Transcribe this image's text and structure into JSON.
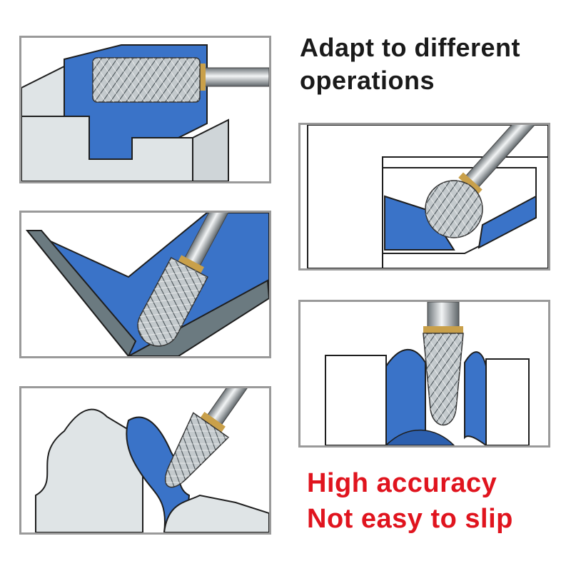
{
  "headline": {
    "line1": "Adapt to different",
    "line2": "operations"
  },
  "features": {
    "line1": "High accuracy",
    "line2": "Not easy to slip"
  },
  "colors": {
    "workpiece_blue": "#3a73c8",
    "workpiece_outline": "#1e1e1e",
    "metal_gray": "#dfe4e6",
    "accent_red": "#e0141e",
    "headline_dark": "#1a1a1a",
    "panel_border": "#9a9a9a",
    "brass_ring": "#c9a04a"
  },
  "panels": [
    {
      "id": "p1",
      "illustration": "cylinder-burr-slot"
    },
    {
      "id": "p2",
      "illustration": "cylinder-radius-burr-angle"
    },
    {
      "id": "p3",
      "illustration": "tree-burr-contour"
    },
    {
      "id": "p4",
      "illustration": "ball-burr-inner-frame"
    },
    {
      "id": "p5",
      "illustration": "cone-burr-channel"
    }
  ]
}
